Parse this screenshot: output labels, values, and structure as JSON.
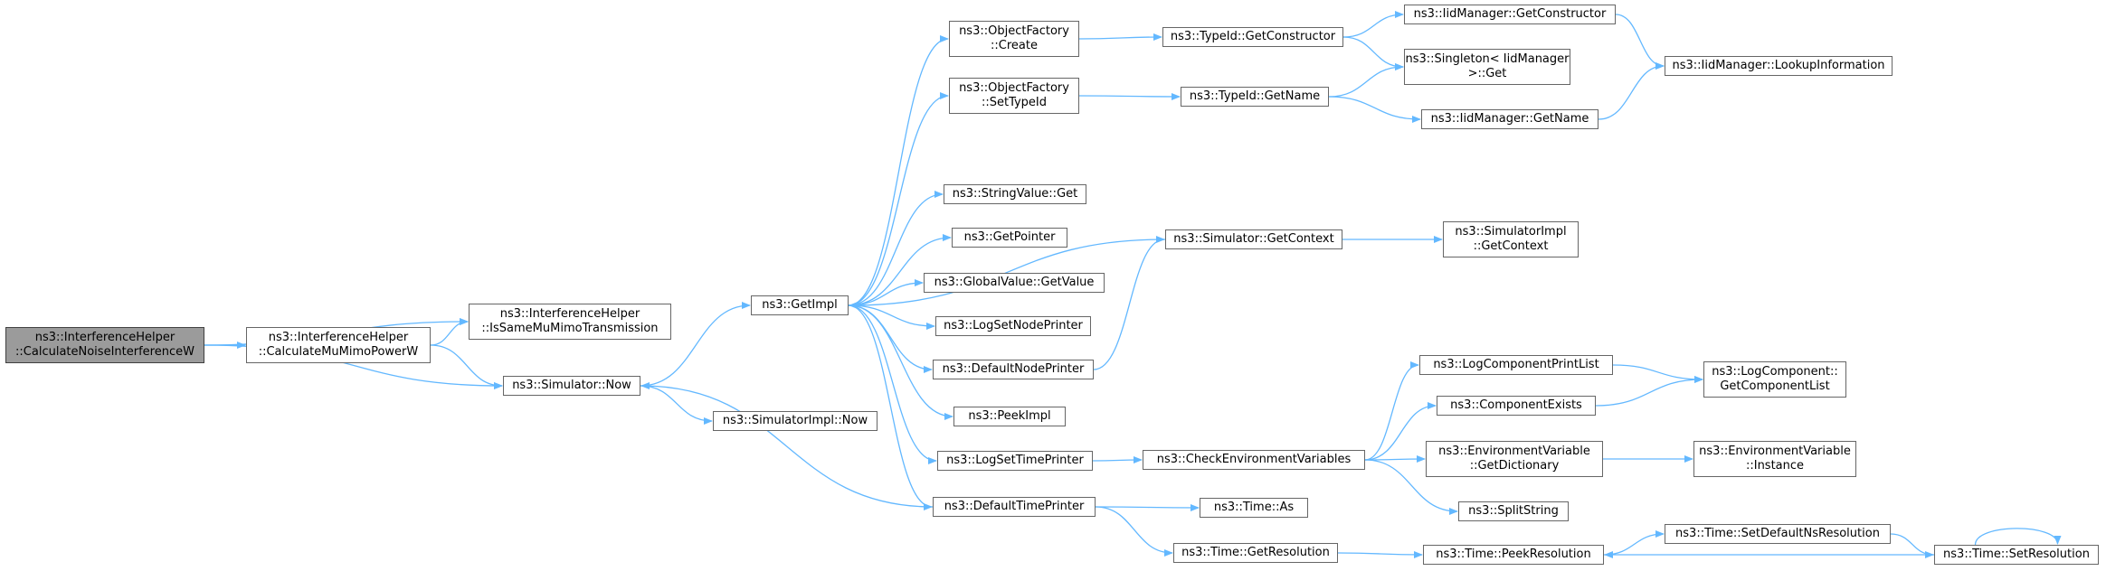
{
  "edge_color": "#63b8ff",
  "root_fill": "#9b9b9b",
  "nodes": [
    {
      "id": "calc_noise",
      "lines": [
        "ns3::InterferenceHelper",
        "::CalculateNoiseInterferenceW"
      ],
      "root": true
    },
    {
      "id": "is_same_mumimo",
      "lines": [
        "ns3::InterferenceHelper",
        "::IsSameMuMimoTransmission"
      ]
    },
    {
      "id": "calc_mumimo_power",
      "lines": [
        "ns3::InterferenceHelper",
        "::CalculateMuMimoPowerW"
      ]
    },
    {
      "id": "sim_now",
      "lines": [
        "ns3::Simulator::Now"
      ]
    },
    {
      "id": "get_impl",
      "lines": [
        "ns3::GetImpl"
      ]
    },
    {
      "id": "simimpl_now",
      "lines": [
        "ns3::SimulatorImpl::Now"
      ]
    },
    {
      "id": "of_create",
      "lines": [
        "ns3::ObjectFactory",
        "::Create"
      ]
    },
    {
      "id": "of_settypeid",
      "lines": [
        "ns3::ObjectFactory",
        "::SetTypeId"
      ]
    },
    {
      "id": "stringvalue_get",
      "lines": [
        "ns3::StringValue::Get"
      ]
    },
    {
      "id": "get_pointer",
      "lines": [
        "ns3::GetPointer"
      ]
    },
    {
      "id": "globalvalue_getvalue",
      "lines": [
        "ns3::GlobalValue::GetValue"
      ]
    },
    {
      "id": "log_set_node_printer",
      "lines": [
        "ns3::LogSetNodePrinter"
      ]
    },
    {
      "id": "default_node_printer",
      "lines": [
        "ns3::DefaultNodePrinter"
      ]
    },
    {
      "id": "peek_impl",
      "lines": [
        "ns3::PeekImpl"
      ]
    },
    {
      "id": "log_set_time_printer",
      "lines": [
        "ns3::LogSetTimePrinter"
      ]
    },
    {
      "id": "default_time_printer",
      "lines": [
        "ns3::DefaultTimePrinter"
      ]
    },
    {
      "id": "typeid_getconstructor",
      "lines": [
        "ns3::TypeId::GetConstructor"
      ]
    },
    {
      "id": "typeid_getname",
      "lines": [
        "ns3::TypeId::GetName"
      ]
    },
    {
      "id": "sim_getcontext",
      "lines": [
        "ns3::Simulator::GetContext"
      ]
    },
    {
      "id": "check_env_vars",
      "lines": [
        "ns3::CheckEnvironmentVariables"
      ]
    },
    {
      "id": "time_as",
      "lines": [
        "ns3::Time::As"
      ]
    },
    {
      "id": "time_getresolution",
      "lines": [
        "ns3::Time::GetResolution"
      ]
    },
    {
      "id": "iidmgr_getconstructor",
      "lines": [
        "ns3::IidManager::GetConstructor"
      ]
    },
    {
      "id": "singleton_get",
      "lines": [
        "ns3::Singleton< IidManager",
        ">::Get"
      ]
    },
    {
      "id": "iidmgr_getname",
      "lines": [
        "ns3::IidManager::GetName"
      ]
    },
    {
      "id": "simimpl_getcontext",
      "lines": [
        "ns3::SimulatorImpl",
        "::GetContext"
      ]
    },
    {
      "id": "logcomp_printlist",
      "lines": [
        "ns3::LogComponentPrintList"
      ]
    },
    {
      "id": "component_exists",
      "lines": [
        "ns3::ComponentExists"
      ]
    },
    {
      "id": "envvar_getdictionary",
      "lines": [
        "ns3::EnvironmentVariable",
        "::GetDictionary"
      ]
    },
    {
      "id": "split_string",
      "lines": [
        "ns3::SplitString"
      ]
    },
    {
      "id": "time_peekresolution",
      "lines": [
        "ns3::Time::PeekResolution"
      ]
    },
    {
      "id": "iidmgr_lookupinfo",
      "lines": [
        "ns3::IidManager::LookupInformation"
      ]
    },
    {
      "id": "logcomp_getcomponentlist",
      "lines": [
        "ns3::LogComponent::",
        "GetComponentList"
      ]
    },
    {
      "id": "envvar_instance",
      "lines": [
        "ns3::EnvironmentVariable",
        "::Instance"
      ]
    },
    {
      "id": "time_setdefaultnsresolution",
      "lines": [
        "ns3::Time::SetDefaultNsResolution"
      ]
    },
    {
      "id": "time_setresolution",
      "lines": [
        "ns3::Time::SetResolution"
      ]
    }
  ],
  "edges": [
    [
      "calc_noise",
      "is_same_mumimo"
    ],
    [
      "calc_noise",
      "calc_mumimo_power"
    ],
    [
      "calc_noise",
      "sim_now"
    ],
    [
      "calc_mumimo_power",
      "is_same_mumimo"
    ],
    [
      "calc_mumimo_power",
      "sim_now"
    ],
    [
      "sim_now",
      "get_impl"
    ],
    [
      "sim_now",
      "simimpl_now"
    ],
    [
      "get_impl",
      "of_create"
    ],
    [
      "get_impl",
      "of_settypeid"
    ],
    [
      "get_impl",
      "stringvalue_get"
    ],
    [
      "get_impl",
      "get_pointer"
    ],
    [
      "get_impl",
      "globalvalue_getvalue"
    ],
    [
      "get_impl",
      "log_set_node_printer"
    ],
    [
      "get_impl",
      "default_node_printer"
    ],
    [
      "get_impl",
      "peek_impl"
    ],
    [
      "get_impl",
      "log_set_time_printer"
    ],
    [
      "get_impl",
      "default_time_printer"
    ],
    [
      "of_create",
      "typeid_getconstructor"
    ],
    [
      "of_settypeid",
      "typeid_getname"
    ],
    [
      "typeid_getconstructor",
      "iidmgr_getconstructor"
    ],
    [
      "typeid_getconstructor",
      "singleton_get"
    ],
    [
      "typeid_getname",
      "singleton_get"
    ],
    [
      "typeid_getname",
      "iidmgr_getname"
    ],
    [
      "iidmgr_getconstructor",
      "iidmgr_lookupinfo"
    ],
    [
      "iidmgr_getname",
      "iidmgr_lookupinfo"
    ],
    [
      "default_node_printer",
      "sim_getcontext"
    ],
    [
      "sim_getcontext",
      "get_impl"
    ],
    [
      "sim_getcontext",
      "simimpl_getcontext"
    ],
    [
      "log_set_time_printer",
      "check_env_vars"
    ],
    [
      "check_env_vars",
      "logcomp_printlist"
    ],
    [
      "check_env_vars",
      "component_exists"
    ],
    [
      "check_env_vars",
      "envvar_getdictionary"
    ],
    [
      "check_env_vars",
      "split_string"
    ],
    [
      "logcomp_printlist",
      "logcomp_getcomponentlist"
    ],
    [
      "component_exists",
      "logcomp_getcomponentlist"
    ],
    [
      "envvar_getdictionary",
      "envvar_instance"
    ],
    [
      "default_time_printer",
      "sim_now"
    ],
    [
      "default_time_printer",
      "time_as"
    ],
    [
      "default_time_printer",
      "time_getresolution"
    ],
    [
      "time_getresolution",
      "time_peekresolution"
    ],
    [
      "time_peekresolution",
      "time_setdefaultnsresolution"
    ],
    [
      "time_setdefaultnsresolution",
      "time_setresolution"
    ],
    [
      "time_setresolution",
      "time_peekresolution"
    ],
    [
      "time_setresolution",
      "time_setresolution"
    ]
  ]
}
